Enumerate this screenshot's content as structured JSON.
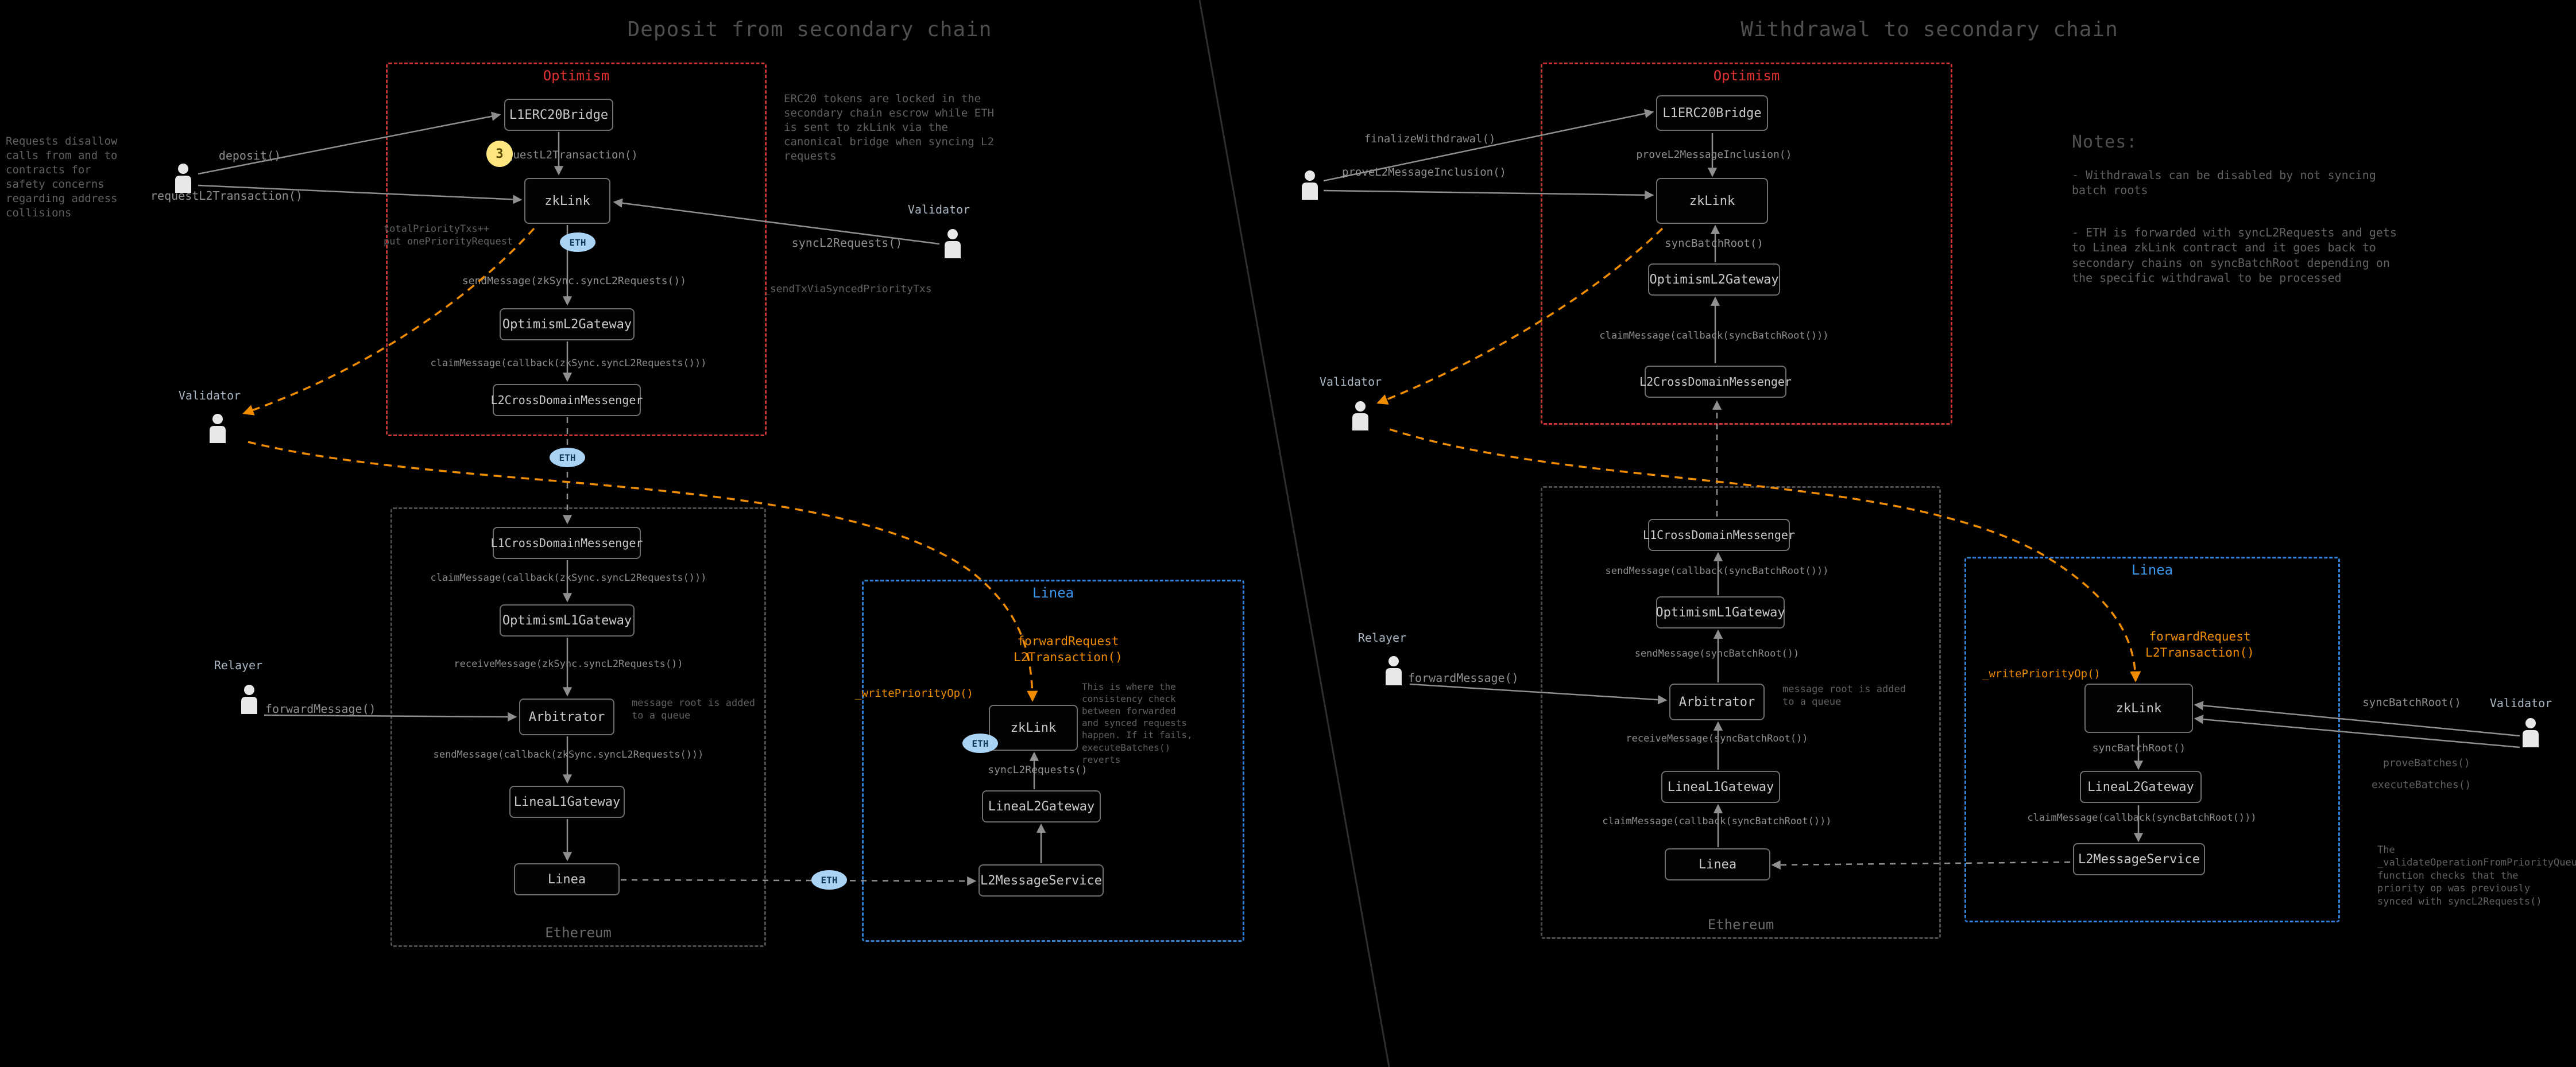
{
  "eth_label": "ETH",
  "marker_3": "3",
  "left": {
    "title": "Deposit from secondary chain",
    "user_note": "Requests disallow calls from and to contracts for safety concerns regarding address collisions",
    "deposit": "deposit()",
    "request_l2": "requestL2Transaction()",
    "priority_note": "totalPriorityTxs++\nput onePriorityRequest",
    "escrow_note": "ERC20 tokens are locked in the secondary chain escrow while ETH is sent to zkLink via the canonical bridge when syncing L2 requests",
    "optimism": {
      "label": "Optimism",
      "bridge": "L1ERC20Bridge",
      "zklink": "zkLink",
      "gateway": "OptimismL2Gateway",
      "messenger": "L2CrossDomainMessenger",
      "edge_request": "requestL2Transaction()",
      "edge_send": "sendMessage(zkSync.syncL2Requests())",
      "edge_claim": "claimMessage(callback(zkSync.syncL2Requests()))"
    },
    "validator_right": {
      "label": "Validator",
      "call": "syncL2Requests()",
      "note": "_sendTxViaSyncedPriorityTxs"
    },
    "validator_left": {
      "label": "Validator"
    },
    "relayer": {
      "label": "Relayer",
      "call": "forwardMessage()"
    },
    "ethereum": {
      "label": "Ethereum",
      "messenger": "L1CrossDomainMessenger",
      "op_gateway": "OptimismL1Gateway",
      "arbitrator": "Arbitrator",
      "linea_gateway": "LineaL1Gateway",
      "linea": "Linea",
      "edge_claim": "claimMessage(callback(zkSync.syncL2Requests()))",
      "edge_receive": "receiveMessage(zkSync.syncL2Requests())",
      "edge_send": "sendMessage(callback(zkSync.syncL2Requests()))",
      "queue_note": "message root is added to a queue"
    },
    "linea": {
      "label": "Linea",
      "zklink": "zkLink",
      "gateway": "LineaL2Gateway",
      "message_service": "L2MessageService",
      "edge_sync": "syncL2Requests()",
      "forward": "forwardRequest\nL2Transaction()",
      "write_priority": "_writePriorityOp()",
      "consistency_note": "This is where the consistency check between forwarded and synced requests happen. If it fails, executeBatches() reverts"
    }
  },
  "right": {
    "title": "Withdrawal to secondary chain",
    "finalize": "finalizeWithdrawal()",
    "prove": "proveL2MessageInclusion()",
    "notes_heading": "Notes:",
    "notes_1": "- Withdrawals can be disabled by not syncing batch roots",
    "notes_2": "- ETH is forwarded with syncL2Requests and gets to Linea zkLink contract and it goes back to secondary chains on syncBatchRoot depending on the specific withdrawal to be processed",
    "optimism": {
      "label": "Optimism",
      "bridge": "L1ERC20Bridge",
      "zklink": "zkLink",
      "gateway": "OptimismL2Gateway",
      "messenger": "L2CrossDomainMessenger",
      "edge_prove": "proveL2MessageInclusion()",
      "edge_sync": "syncBatchRoot()",
      "edge_claim": "claimMessage(callback(syncBatchRoot()))"
    },
    "validator_left": {
      "label": "Validator"
    },
    "relayer": {
      "label": "Relayer",
      "call": "forwardMessage()"
    },
    "ethereum": {
      "label": "Ethereum",
      "messenger": "L1CrossDomainMessenger",
      "op_gateway": "OptimismL1Gateway",
      "arbitrator": "Arbitrator",
      "linea_gateway": "LineaL1Gateway",
      "linea": "Linea",
      "edge_send_cb": "sendMessage(callback(syncBatchRoot()))",
      "edge_send": "sendMessage(syncBatchRoot())",
      "edge_receive": "receiveMessage(syncBatchRoot())",
      "edge_claim": "claimMessage(callback(syncBatchRoot()))",
      "queue_note": "message root is added to a queue"
    },
    "linea": {
      "label": "Linea",
      "zklink": "zkLink",
      "gateway": "LineaL2Gateway",
      "message_service": "L2MessageService",
      "edge_sync": "syncBatchRoot()",
      "edge_claim": "claimMessage(callback(syncBatchRoot()))",
      "forward": "forwardRequest\nL2Transaction()",
      "write_priority": "_writePriorityOp()"
    },
    "validator_right": {
      "label": "Validator",
      "call": "syncBatchRoot()",
      "note1": "proveBatches()",
      "note2": "executeBatches()",
      "priority_note": "The _validateOperationFromPriorityQueue function checks that the priority op was previously synced with syncL2Requests()"
    }
  }
}
